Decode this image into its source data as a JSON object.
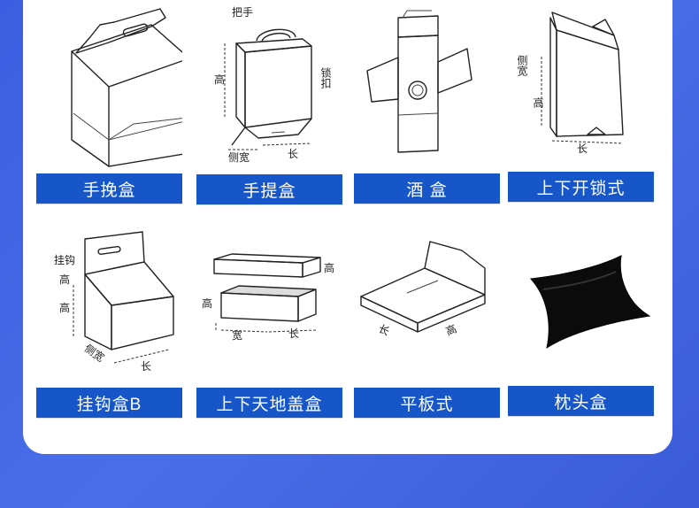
{
  "boxes": [
    {
      "label": "手挽盒",
      "icon": "handle-box-icon"
    },
    {
      "label": "手提盒",
      "icon": "carry-box-icon",
      "dims": {
        "top": "把手",
        "height": "高",
        "lock": "锁扣",
        "side": "侧宽",
        "length": "长"
      }
    },
    {
      "label": "酒 盒",
      "icon": "wine-box-icon"
    },
    {
      "label": "上下开锁式",
      "icon": "tuck-lock-box-icon",
      "dims": {
        "side": "侧宽",
        "height": "高",
        "length": "长"
      }
    },
    {
      "label": "挂钩盒B",
      "icon": "hook-box-icon",
      "dims": {
        "hook": "挂钩",
        "hook_h": "高",
        "height": "高",
        "side": "侧宽",
        "length": "长"
      }
    },
    {
      "label": "上下天地盖盒",
      "icon": "lid-base-box-icon",
      "dims": {
        "h1": "高",
        "h2": "高",
        "width": "宽",
        "length": "长"
      }
    },
    {
      "label": "平板式",
      "icon": "flat-box-icon",
      "dims": {
        "length": "长",
        "height": "高"
      }
    },
    {
      "label": "枕头盒",
      "icon": "pillow-box-icon"
    }
  ]
}
